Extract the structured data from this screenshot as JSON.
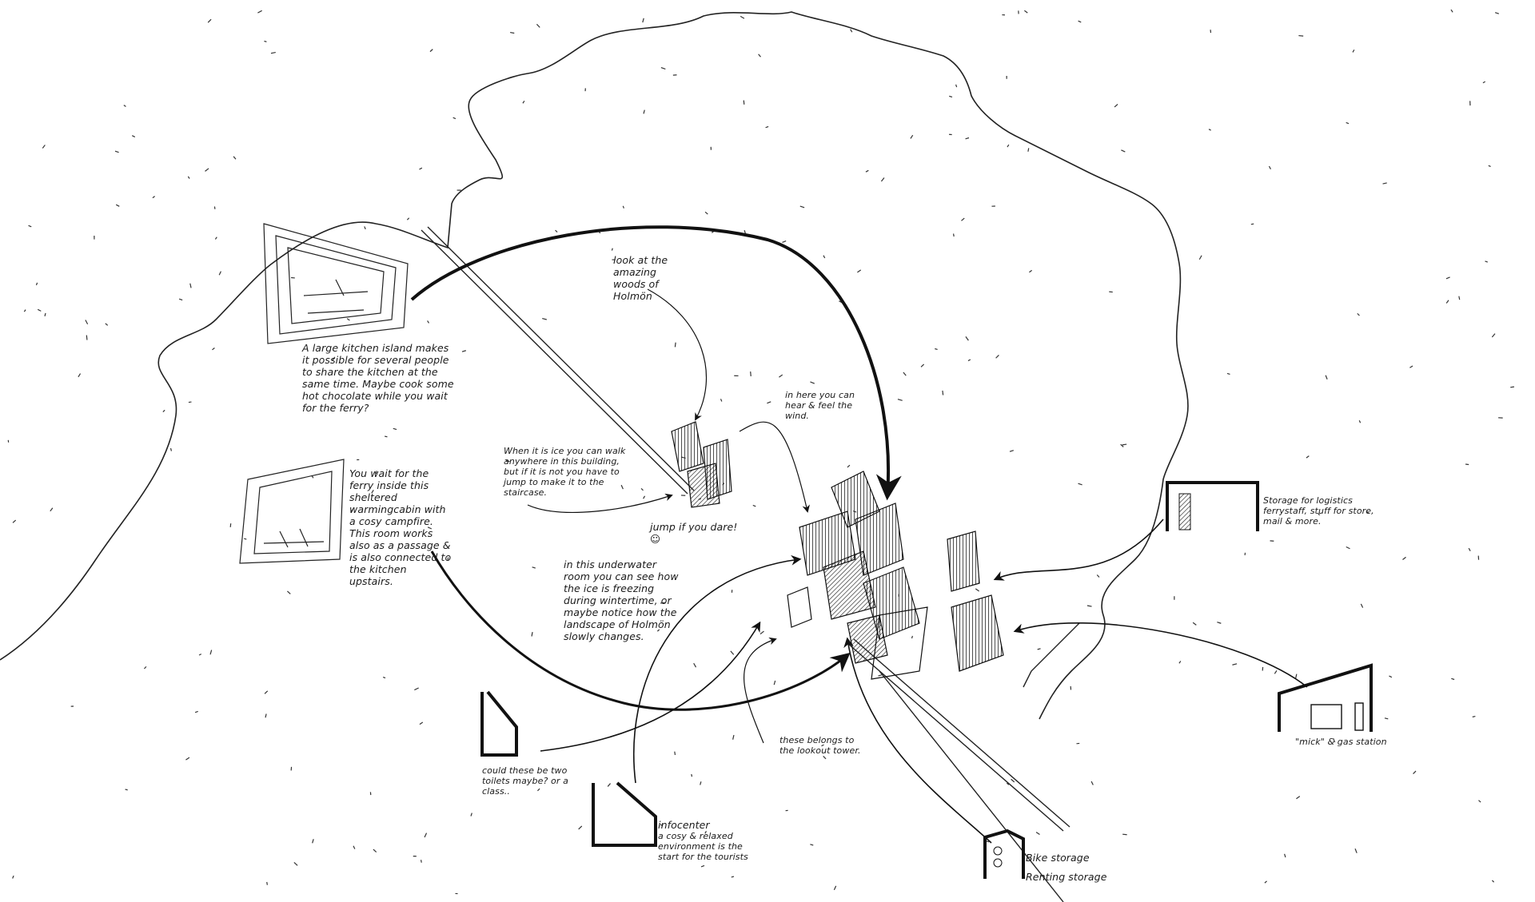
{
  "notes": {
    "kitchen": "A large kitchen island makes it possible for several people to share the kitchen at the same time. Maybe cook some hot chocolate while you wait for the ferry?",
    "warming_cabin": "You wait for the ferry inside this sheltered warmingcabin with a cosy campfire. This room works also as a passage & is also connected to the kitchen upstairs.",
    "woods": "look at the amazing woods of Holmön",
    "wind": "in here you can hear & feel the wind.",
    "ice": "When it is ice you can walk anywhere in this building, but if it is not you have to jump to make it to the staircase.",
    "jump": "jump if you dare! ☺",
    "underwater": "in this underwater room you can see how the ice is freezing during wintertime, or maybe notice how the landscape of Holmön slowly changes.",
    "storage": "Storage for logistics ferrystaff, stuff for store, mail & more.",
    "gas_station": "\"mick\" & gas station",
    "lookout": "these belongs to the lookout tower.",
    "toilets": "could these be two toilets maybe? or a class..",
    "infocenter_title": "infocenter",
    "infocenter_body": "a cosy & relaxed environment is the start for the tourists",
    "bike": "Bike storage",
    "renting": "Renting storage"
  }
}
